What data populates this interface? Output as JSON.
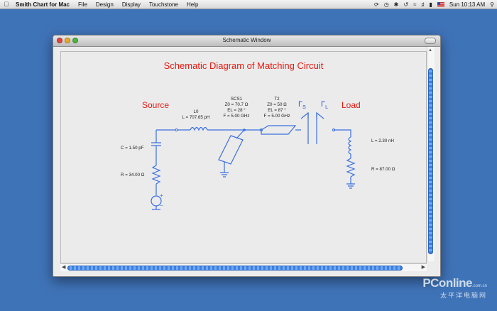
{
  "menubar": {
    "app_name": "Smith Chart for Mac",
    "items": [
      "File",
      "Design",
      "Display",
      "Touchstone",
      "Help"
    ],
    "clock": "Sun 10:13 AM"
  },
  "window": {
    "title": "Schematic Window"
  },
  "schematic": {
    "heading": "Schematic Diagram of Matching Circuit",
    "source_label": "Source",
    "load_label": "Load",
    "gamma_s": "Γ",
    "gamma_s_sub": "S",
    "gamma_l": "Γ",
    "gamma_l_sub": "L",
    "capacitor": "C = 1.50 pF",
    "resistor_source": "R = 34.00 Ω",
    "inductor": {
      "name": "L0",
      "value": "L = 707.65 pH"
    },
    "stub": {
      "name": "SCS1",
      "z0": "Z0 = 70.7 Ω",
      "el": "EL = 28  °",
      "f": "F = 5.00 GHz"
    },
    "tline": {
      "name": "T2",
      "z0": "Z0 = 50 Ω",
      "el": "EL = 87  °",
      "f": "F = 5.00 GHz"
    },
    "load_inductor": "L = 2.30 nH",
    "load_resistor": "R = 87.00 Ω",
    "wire_color": "#3b6fe0"
  },
  "watermark": {
    "brand": "PConline",
    "domain": ".com.cn",
    "chinese": "太平洋电脑网"
  }
}
